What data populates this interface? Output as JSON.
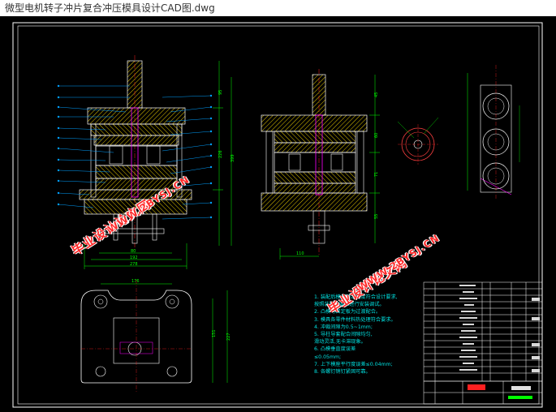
{
  "window": {
    "title": "微型电机转子冲片复合冲压模具设计CAD图.dwg"
  },
  "watermarks": {
    "brand_cn": "毕业设计论文网",
    "domain": "WWW.2BYSJ.CN"
  },
  "notes": {
    "lines": [
      "1. 装配后模具闭合高度符合设计要求,",
      "   按照装配图要求进行安装调试。",
      "2. 凸模与固定板为过渡配合。",
      "3. 模具各零件材料热处理符合要求。",
      "4. 冲裁间隙为0.5~1mm;",
      "5. 导柱导套配合间隙均匀,",
      "   滑动灵活,无卡滞现象。",
      "6. 凸模垂直度误差",
      "   ≤0.05mm;",
      "7. 上下模座平行度误差≤0.04mm;",
      "8. 各螺钉销钉紧固可靠。"
    ]
  },
  "colors": {
    "frame": "#ffffff",
    "part_outline": "#ffffff",
    "hatch": "#ffff00",
    "dimension": "#00ff00",
    "leader": "#00a0ff",
    "center_line": "#ff2020",
    "punch": "#ff00ff",
    "notes_text": "#00e0e0",
    "watermark": "#ff2a2a"
  }
}
